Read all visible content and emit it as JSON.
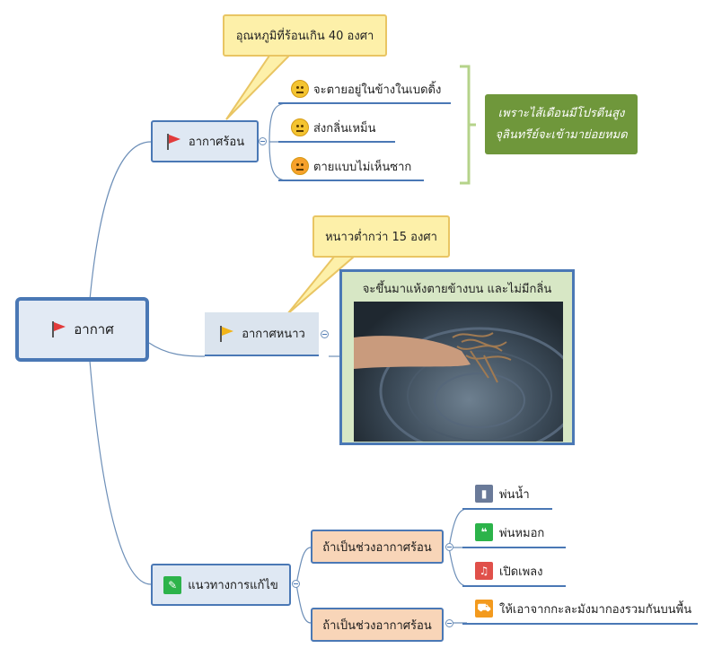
{
  "root": {
    "label": "อากาศ",
    "flag_color": "#e23b3b"
  },
  "hot": {
    "label": "อากาศร้อน",
    "flag_color": "#e23b3b",
    "callout": "อุณหภูมิที่ร้อนเกิน 40 องศา",
    "children": [
      {
        "label": "จะตายอยู่ในข้างในเบดดิ้ง",
        "icon": "crying-face-icon"
      },
      {
        "label": "ส่งกลิ่นเหม็น",
        "icon": "neutral-face-icon"
      },
      {
        "label": "ตายแบบไม่เห็นซาก",
        "icon": "angry-face-icon"
      }
    ],
    "summary": {
      "line1": "เพราะไส้เดือนมีโปรตีนสูง",
      "line2": "จุลินทรีย์จะเข้ามาย่อยหมด"
    }
  },
  "cold": {
    "label": "อากาศหนาว",
    "flag_color": "#f2b418",
    "callout": "หนาวต่ำกว่า 15 องศา",
    "image_caption": "จะขึ้นมาแห้งตายข้างบน และไม่มีกลิ่น"
  },
  "solution": {
    "label": "แนวทางการแก้ไข",
    "icon": "pencil-icon",
    "branches": [
      {
        "label": "ถ้าเป็นช่วงอากาศร้อน",
        "children": [
          {
            "label": "พ่นน้ำ",
            "icon": "bar-chart-icon",
            "color": "#6a7a99"
          },
          {
            "label": "พ่นหมอก",
            "icon": "quote-icon",
            "color": "#2cb34a"
          },
          {
            "label": "เปิดเพลง",
            "icon": "music-note-icon",
            "color": "#e0504a"
          }
        ]
      },
      {
        "label": "ถ้าเป็นช่วงอากาศร้อน",
        "children": [
          {
            "label": "ให้เอาจากกะละมังมากองรวมกันบนพื้น",
            "icon": "cart-icon",
            "color": "#f39a1e"
          }
        ]
      }
    ]
  },
  "colors": {
    "line": "#6d8fb8",
    "node_fill": "#dfe8f3",
    "node_border": "#4a78b5",
    "callout_fill": "#fdf0a9",
    "summary_fill": "#6f973b",
    "bracket": "#b5d38a",
    "solution_branch_fill": "#f8d5b8"
  }
}
